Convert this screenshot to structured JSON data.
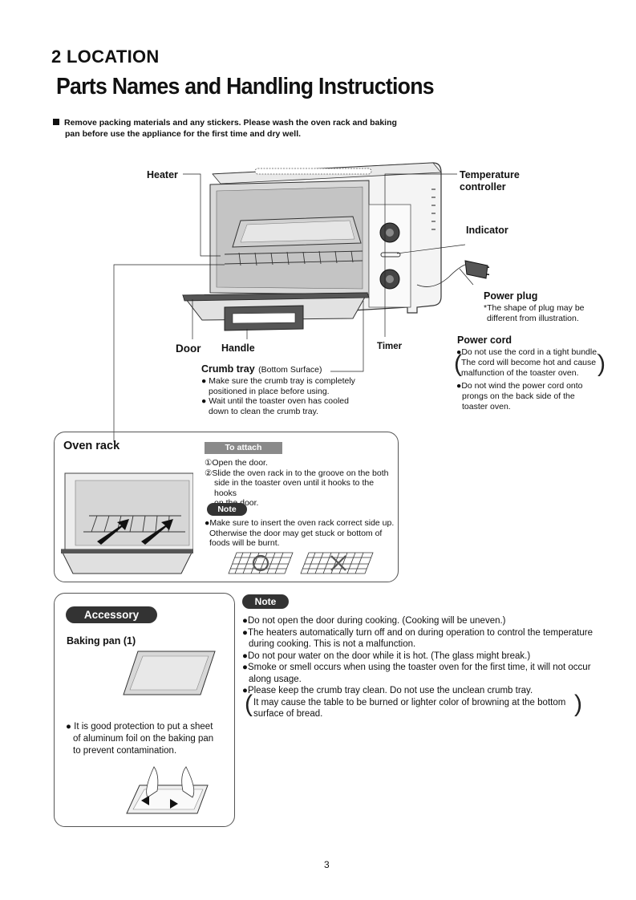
{
  "section_heading": "2   LOCATION",
  "page_title": "Parts Names and Handling Instructions",
  "intro": {
    "line1": "Remove packing materials and any stickers.  Please wash the oven rack and baking",
    "line2": "pan before use the appliance for the first time and dry well."
  },
  "labels": {
    "heater": "Heater",
    "temperature_controller_1": "Temperature",
    "temperature_controller_2": "controller",
    "indicator": "Indicator",
    "power_plug": "Power plug",
    "power_plug_note_1": "*The shape of plug may be",
    "power_plug_note_2": "different from illustration.",
    "door": "Door",
    "handle": "Handle",
    "timer": "Timer",
    "power_cord": "Power cord"
  },
  "power_cord_notes": {
    "b1": "●Do not use the cord in a tight bundle.",
    "p1": "The cord will become hot and cause",
    "p2": "malfunction of the toaster oven.",
    "b2_1": "●Do not wind the power cord onto",
    "b2_2": "prongs on the back side of the",
    "b2_3": "toaster oven."
  },
  "crumb_tray": {
    "title": "Crumb tray",
    "subtitle": "(Bottom Surface)",
    "b1_1": "● Make sure the crumb tray is completely",
    "b1_2": "positioned in place before using.",
    "b2_1": "● Wait until the toaster oven has cooled",
    "b2_2": "down to clean the crumb tray."
  },
  "oven_rack": {
    "title": "Oven rack",
    "attach_tag": "To attach",
    "step1": "①Open the door.",
    "step2_1": "②Slide the oven rack in to the groove on the both",
    "step2_2": "side in the toaster oven until it hooks to the hooks",
    "step2_3": "on the door.",
    "note_tag": "Note",
    "note_1": "●Make sure to insert the oven rack correct side up.",
    "note_2": "Otherwise the door may get stuck or bottom of",
    "note_3": "foods will be burnt."
  },
  "accessory": {
    "tag": "Accessory",
    "item": "Baking pan (1)",
    "tip_1": "● It is good protection to put a sheet",
    "tip_2": "of aluminum foil on the baking pan",
    "tip_3": "to prevent contamination."
  },
  "notes": {
    "tag": "Note",
    "n1": "●Do not open the door during cooking. (Cooking will be uneven.)",
    "n2_1": "●The heaters automatically turn off and on during operation to control the temperature",
    "n2_2": "during cooking. This is not a malfunction.",
    "n3": "●Do not pour water on the door while it is hot. (The glass might break.)",
    "n4_1": "●Smoke or smell occurs when using the toaster oven for the first time, it will not occur",
    "n4_2": "along usage.",
    "n5": "●Please keep the crumb tray clean. Do not use the unclean crumb tray.",
    "p1": "It may cause the table to be burned or lighter color of browning at the bottom",
    "p2": "surface of bread."
  },
  "page_number": "3"
}
